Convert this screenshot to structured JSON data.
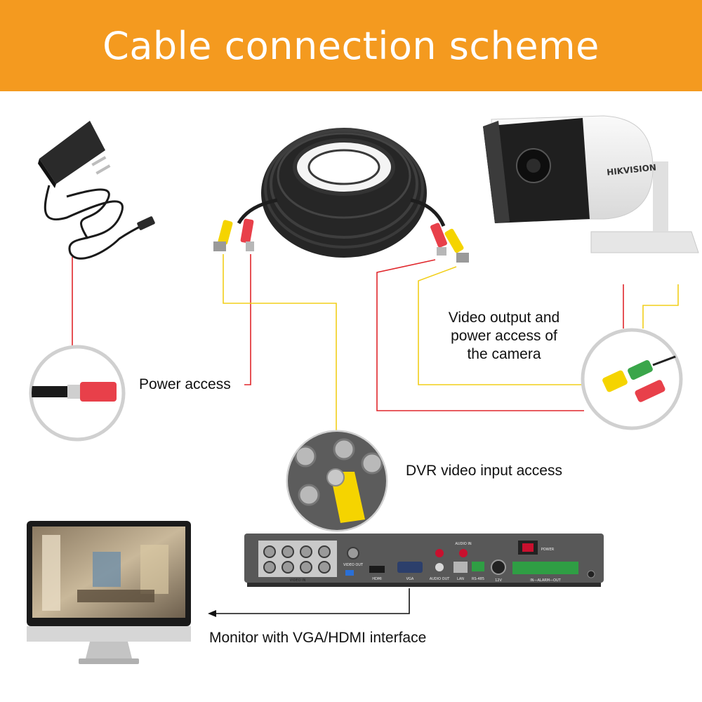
{
  "title": "Cable connection scheme",
  "labels": {
    "power_access": "Power access",
    "camera_output": [
      "Video output and",
      "power access of",
      "the camera"
    ],
    "dvr_input": "DVR video input access",
    "monitor": "Monitor with VGA/HDMI interface"
  },
  "camera": {
    "brand": "HIKVISION"
  },
  "dvr_panel": {
    "video_in": "VIDEO IN",
    "video_out": "VIDEO OUT",
    "hdmi": "HDMI",
    "vga": "VGA",
    "audio_in": "AUDIO IN",
    "audio_out": "AUDIO OUT",
    "lan": "LAN",
    "rs485": "RS-485",
    "power_input": "12V",
    "power_switch": "POWER",
    "alarm": "IN—ALARM—OUT"
  },
  "colors": {
    "banner": "#f49a1f",
    "power_wire": "#e0262b",
    "video_wire": "#f2cf1a",
    "connector_yellow": "#f5d400",
    "connector_red": "#e8404a",
    "cable": "#1e1e1e"
  }
}
